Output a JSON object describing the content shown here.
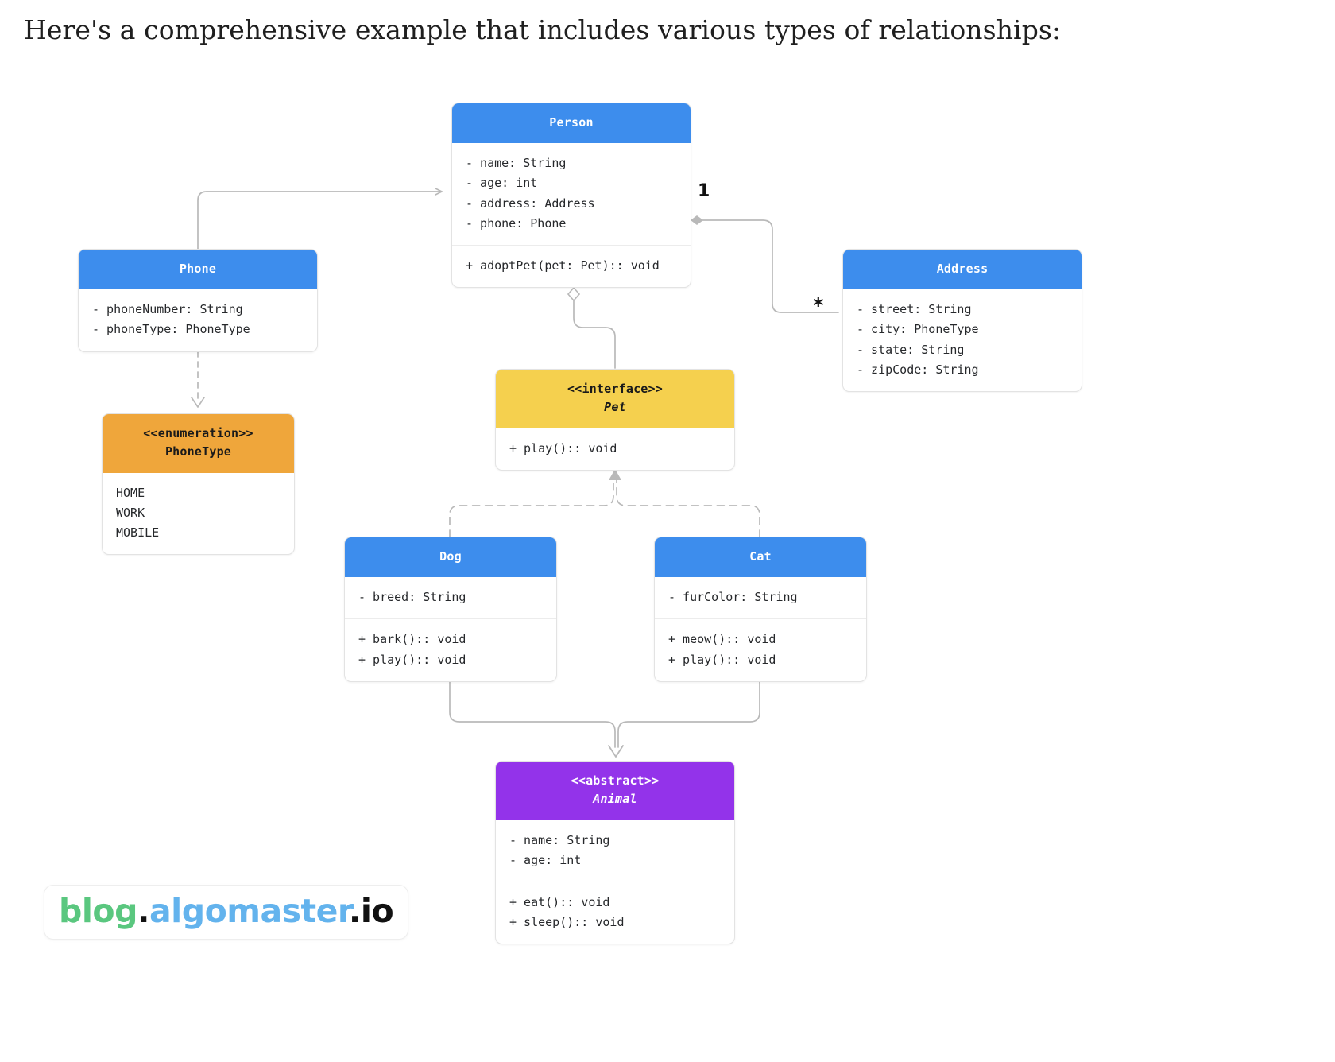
{
  "page": {
    "title": "Here's a comprehensive example that includes various types of relationships:",
    "background": "#ffffff"
  },
  "colors": {
    "class_header": "#3d8ded",
    "interface_header": "#f5d04e",
    "enumeration_header": "#efa63b",
    "abstract_header": "#9333ea",
    "edge": "#b9b9b9",
    "box_border": "#e3e3e3",
    "text": "#26282b"
  },
  "classes": {
    "person": {
      "name": "Person",
      "stereotype": "",
      "kind": "class",
      "attributes": [
        "- name: String",
        "- age: int",
        "- address: Address",
        "- phone: Phone"
      ],
      "methods": [
        "+ adoptPet(pet: Pet):: void"
      ]
    },
    "phone": {
      "name": "Phone",
      "stereotype": "",
      "kind": "class",
      "attributes": [
        "- phoneNumber: String",
        "- phoneType: PhoneType"
      ],
      "methods": []
    },
    "phonetype": {
      "name": "PhoneType",
      "stereotype": "<<enumeration>>",
      "kind": "enumeration",
      "attributes": [
        "HOME",
        "WORK",
        "MOBILE"
      ],
      "methods": []
    },
    "address": {
      "name": "Address",
      "stereotype": "",
      "kind": "class",
      "attributes": [
        "- street: String",
        "- city: PhoneType",
        "- state: String",
        "- zipCode: String"
      ],
      "methods": []
    },
    "pet": {
      "name": "Pet",
      "stereotype": "<<interface>>",
      "kind": "interface",
      "attributes": [],
      "methods": [
        "+ play():: void"
      ]
    },
    "dog": {
      "name": "Dog",
      "stereotype": "",
      "kind": "class",
      "attributes": [
        "- breed: String"
      ],
      "methods": [
        "+ bark():: void",
        "+ play():: void"
      ]
    },
    "cat": {
      "name": "Cat",
      "stereotype": "",
      "kind": "class",
      "attributes": [
        "- furColor: String"
      ],
      "methods": [
        "+ meow():: void",
        "+ play():: void"
      ]
    },
    "animal": {
      "name": "Animal",
      "stereotype": "<<abstract>>",
      "kind": "abstract",
      "attributes": [
        "- name: String",
        "- age: int"
      ],
      "methods": [
        "+ eat():: void",
        "+ sleep():: void"
      ]
    }
  },
  "relationships": [
    {
      "id": "phone-person",
      "from": "Phone",
      "to": "Person",
      "type": "association",
      "line": "solid",
      "arrow": "open-arrow",
      "source_multiplicity": "",
      "target_multiplicity": ""
    },
    {
      "id": "phone-phonetype",
      "from": "Phone",
      "to": "PhoneType",
      "type": "dependency",
      "line": "dashed",
      "arrow": "open-arrow",
      "source_multiplicity": "",
      "target_multiplicity": ""
    },
    {
      "id": "person-address",
      "from": "Person",
      "to": "Address",
      "type": "composition",
      "line": "solid",
      "arrow": "filled-diamond",
      "source_multiplicity": "1",
      "target_multiplicity": "*"
    },
    {
      "id": "person-pet",
      "from": "Person",
      "to": "Pet",
      "type": "aggregation",
      "line": "solid",
      "arrow": "hollow-diamond",
      "source_multiplicity": "",
      "target_multiplicity": ""
    },
    {
      "id": "dog-pet",
      "from": "Dog",
      "to": "Pet",
      "type": "realization",
      "line": "dashed",
      "arrow": "hollow-triangle",
      "source_multiplicity": "",
      "target_multiplicity": ""
    },
    {
      "id": "cat-pet",
      "from": "Cat",
      "to": "Pet",
      "type": "realization",
      "line": "dashed",
      "arrow": "hollow-triangle",
      "source_multiplicity": "",
      "target_multiplicity": ""
    },
    {
      "id": "dog-animal",
      "from": "Dog",
      "to": "Animal",
      "type": "inheritance",
      "line": "solid",
      "arrow": "open-arrow",
      "source_multiplicity": "",
      "target_multiplicity": ""
    },
    {
      "id": "cat-animal",
      "from": "Cat",
      "to": "Animal",
      "type": "inheritance",
      "line": "solid",
      "arrow": "open-arrow",
      "source_multiplicity": "",
      "target_multiplicity": ""
    }
  ],
  "multiplicity_labels": {
    "person_address_one": "1",
    "person_address_many": "*"
  },
  "logo": {
    "part1": "blog",
    "dot1": ".",
    "part2": "algomaster",
    "dot2": ".",
    "part3": "io"
  }
}
